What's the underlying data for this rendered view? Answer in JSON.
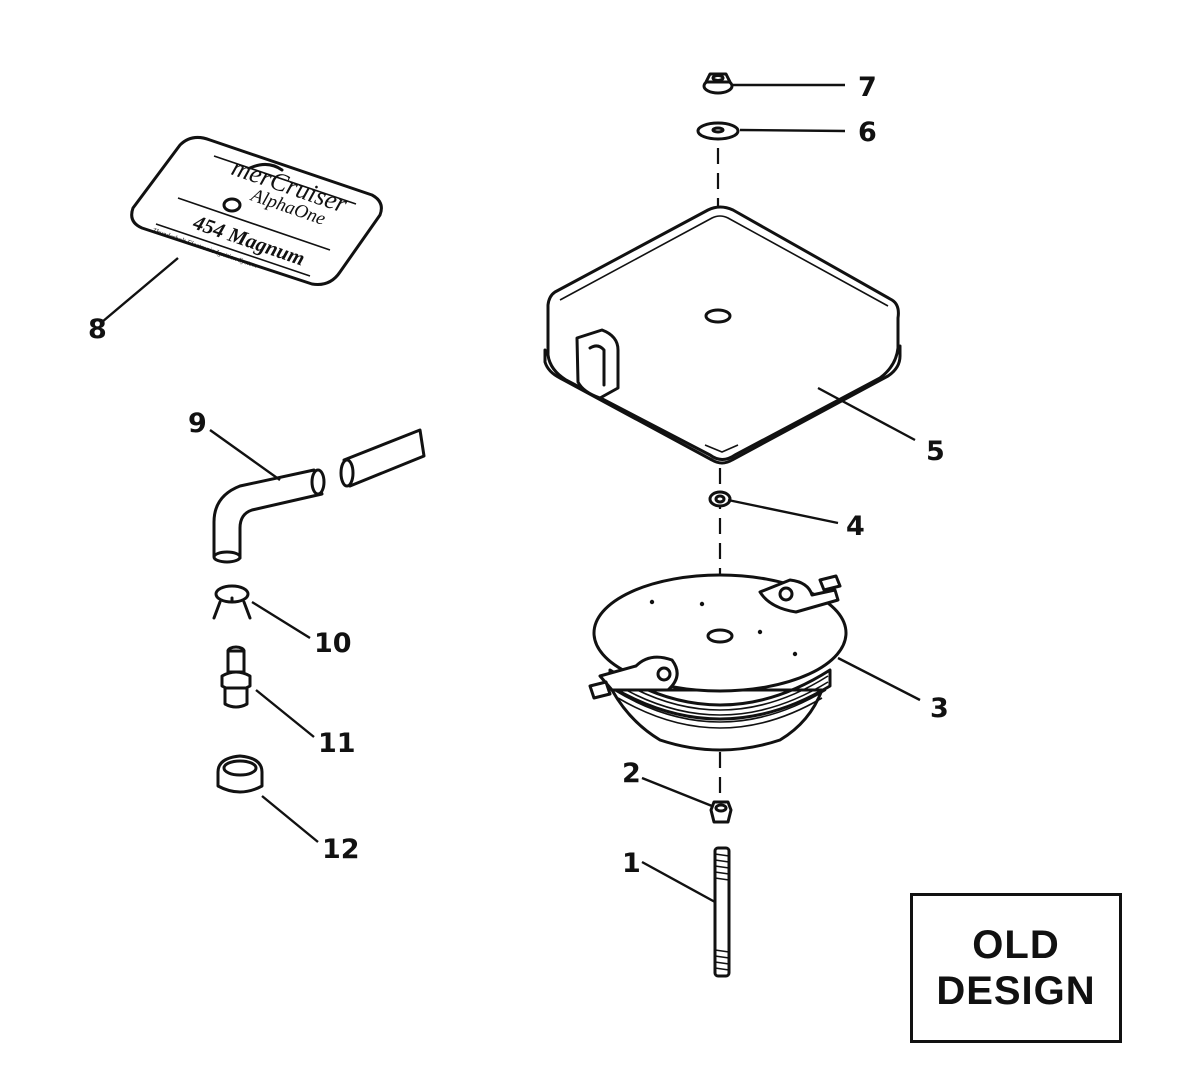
{
  "callouts": [
    "1",
    "2",
    "3",
    "4",
    "5",
    "6",
    "7",
    "8",
    "9",
    "10",
    "11",
    "12"
  ],
  "decal": {
    "brand": "merCruiser",
    "model": "AlphaOne",
    "engine": "454 Magnum",
    "fine_print": "Thunderbolt Electronic Ignition System"
  },
  "design_box": {
    "line1": "OLD",
    "line2": "DESIGN"
  }
}
